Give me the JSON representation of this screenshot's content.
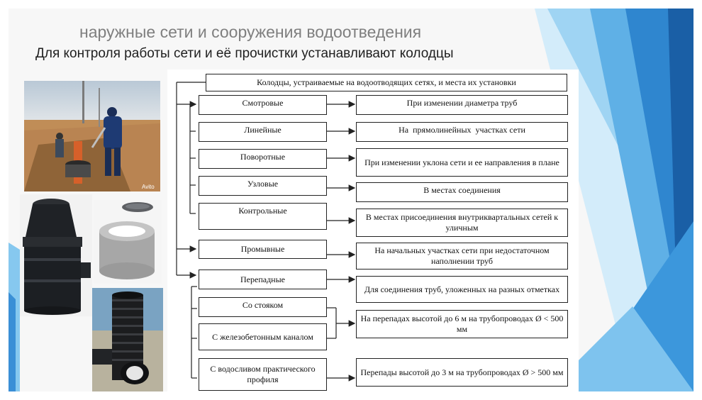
{
  "slide": {
    "title": "наружные сети и сооружения водоотведения",
    "subtitle": "Для контроля работы сети и её прочистки устанавливают колодцы"
  },
  "diagram": {
    "header": "Колодцы, устраиваемые на водоотводящих сетях, и места их установки",
    "types": [
      {
        "label": "Смотровые"
      },
      {
        "label": "Линейные"
      },
      {
        "label": "Поворотные"
      },
      {
        "label": "Узловые"
      },
      {
        "label": "Контрольные"
      },
      {
        "label": "Промывные"
      },
      {
        "label": "Перепадные"
      }
    ],
    "drop_subtypes": [
      {
        "label": "Со стояком"
      },
      {
        "label": "С железобетонным каналом"
      },
      {
        "label": "С водосливом практического профиля"
      }
    ],
    "places": [
      {
        "text": "При изменении диаметра труб"
      },
      {
        "text": "На  прямолинейных  участках сети"
      },
      {
        "text": "При изменении уклона сети и ее направления в плане"
      },
      {
        "text": "В местах соединения"
      },
      {
        "text": "В местах присоединения внутриквартальных сетей к уличным"
      },
      {
        "text": "На начальных участках сети при недостаточном наполнении труб"
      },
      {
        "text": "Для соединения труб, уложенных на разных отметках"
      },
      {
        "text": "На перепадах высотой до 6 м на трубопроводах Ø < 500 мм"
      },
      {
        "text": "Перепады высотой до 3 м на трубопроводах Ø > 500 мм"
      }
    ]
  },
  "photos": {
    "excavation_watermark": "Avito"
  },
  "colors": {
    "title": "#7f7f7f",
    "accent_blue": "#1e73b8",
    "light_blue": "#5fb0e6"
  }
}
